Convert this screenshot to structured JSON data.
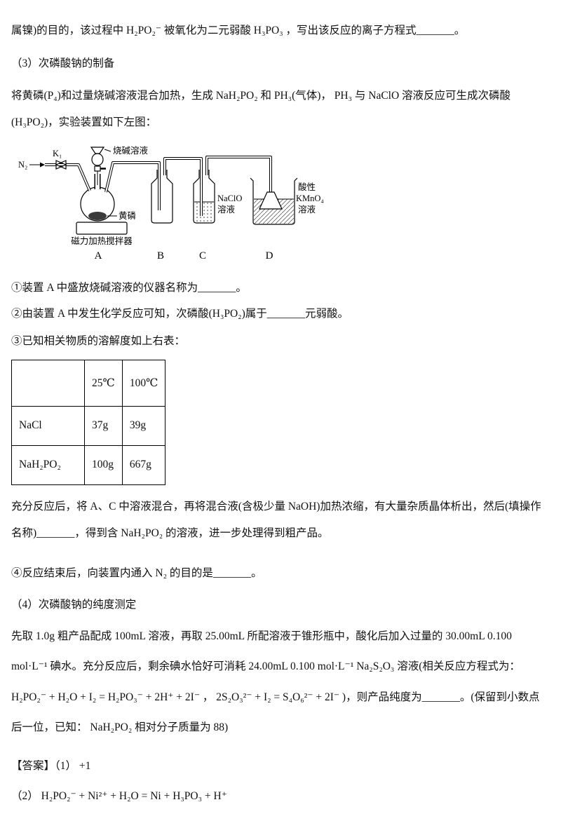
{
  "doc": {
    "p_continuation": "属镍)的目的，该过程中 H₂PO₂⁻ 被氧化为二元弱酸 H₃PO₃ ，写出该反应的离子方程式_______。",
    "section3_title": "（3）次磷酸钠的制备",
    "section3_intro": "将黄磷(P₄)和过量烧碱溶液混合加热，生成 NaH₂PO₂ 和 PH₃(气体)， PH₃ 与 NaClO 溶液反应可生成次磷酸(H₃PO₂)，实验装置如下左图：",
    "q1": "①装置 A 中盛放烧碱溶液的仪器名称为_______。",
    "q2": "②由装置 A 中发生化学反应可知，次磷酸(H₃PO₂)属于_______元弱酸。",
    "q3": "③已知相关物质的溶解度如上右表：",
    "after_table": "充分反应后，将 A、C 中溶液混合，再将混合液(含极少量 NaOH)加热浓缩，有大量杂质晶体析出，然后(填操作名称)_______，得到含 NaH₂PO₂ 的溶液，进一步处理得到粗产品。",
    "q4": "④反应结束后，向装置内通入 N₂ 的目的是_______。",
    "section4_title": "（4）次磷酸钠的纯度测定",
    "section4_body": "先取 1.0g 粗产品配成 100mL 溶液，再取 25.00mL 所配溶液于锥形瓶中，酸化后加入过量的 30.00mL 0.100 mol·L⁻¹ 碘水。充分反应后，剩余碘水恰好可消耗 24.00mL 0.100 mol·L⁻¹ Na₂S₂O₃ 溶液(相关反应方程式为： H₂PO₂⁻ + H₂O + I₂ = H₂PO₃⁻ + 2H⁺ + 2I⁻ ， 2S₂O₃²⁻ + I₂ = S₄O₆²⁻ + 2I⁻ )，则产品纯度为_______。(保留到小数点后一位，已知： NaH₂PO₂ 相对分子质量为 88)",
    "answer_label": "【答案】（1） +1",
    "answer2": "（2） H₂PO₂⁻ + Ni²⁺ + H₂O = Ni + H₃PO₃ + H⁺"
  },
  "diagram": {
    "n2": "N₂",
    "k1": "K₁",
    "naoh_label": "烧碱溶液",
    "yellow_phosphorus": "黄磷",
    "stirrer": "磁力加热搅拌器",
    "naclo_line1": "NaClO",
    "naclo_line2": "溶液",
    "kmno4_line1": "酸性",
    "kmno4_line2": "KMnO₄",
    "kmno4_line3": "溶液",
    "label_a": "A",
    "label_b": "B",
    "label_c": "C",
    "label_d": "D"
  },
  "solubility_table": {
    "header": [
      "",
      "25℃",
      "100℃"
    ],
    "rows": [
      {
        "cells": [
          "NaCl",
          "37g",
          "39g"
        ]
      },
      {
        "cells": [
          "NaH₂PO₂",
          "100g",
          "667g"
        ]
      }
    ]
  }
}
